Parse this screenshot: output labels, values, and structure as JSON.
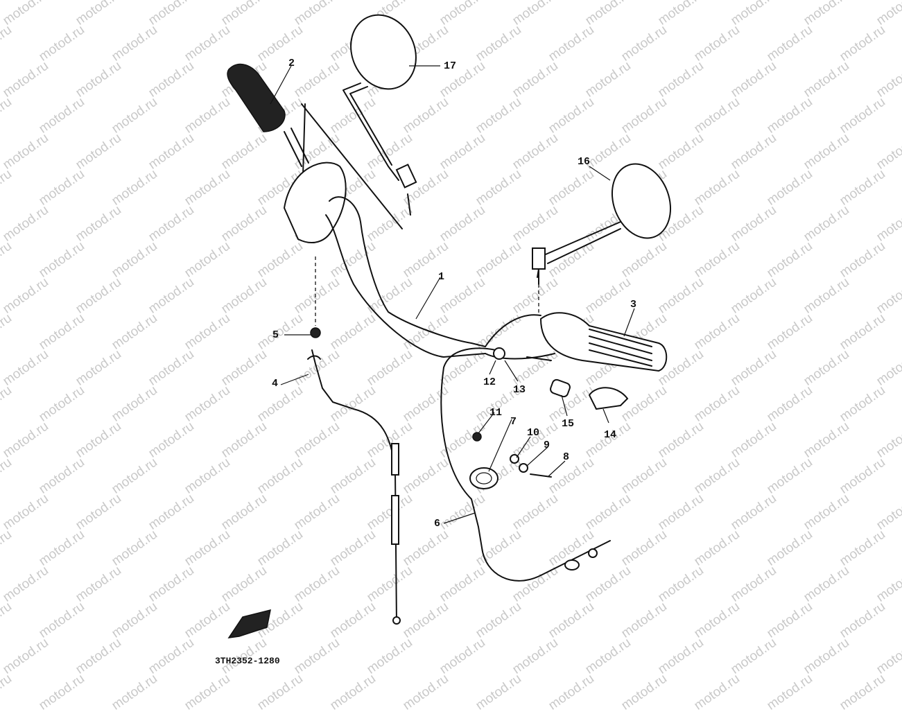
{
  "diagram": {
    "watermark_text": "motod.ru",
    "drawing_code": "3TH2352-1280",
    "callouts": [
      {
        "id": "1",
        "label": "1"
      },
      {
        "id": "2",
        "label": "2"
      },
      {
        "id": "3",
        "label": "3"
      },
      {
        "id": "4",
        "label": "4"
      },
      {
        "id": "5",
        "label": "5"
      },
      {
        "id": "6",
        "label": "6"
      },
      {
        "id": "7",
        "label": "7"
      },
      {
        "id": "8",
        "label": "8"
      },
      {
        "id": "9",
        "label": "9"
      },
      {
        "id": "10",
        "label": "10"
      },
      {
        "id": "11",
        "label": "11"
      },
      {
        "id": "12",
        "label": "12"
      },
      {
        "id": "13",
        "label": "13"
      },
      {
        "id": "14",
        "label": "14"
      },
      {
        "id": "15",
        "label": "15"
      },
      {
        "id": "16",
        "label": "16"
      },
      {
        "id": "17",
        "label": "17"
      }
    ]
  }
}
